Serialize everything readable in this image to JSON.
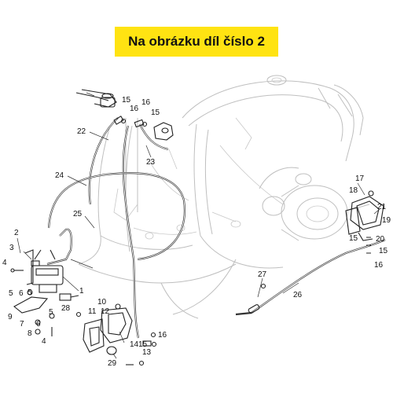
{
  "banner": {
    "text": "Na obrázku díl číslo 2",
    "background": "#FFE312"
  },
  "callouts": [
    {
      "id": "c1",
      "label": "1"
    },
    {
      "id": "c2",
      "label": "2"
    },
    {
      "id": "c3",
      "label": "3"
    },
    {
      "id": "c4a",
      "label": "4"
    },
    {
      "id": "c4b",
      "label": "4"
    },
    {
      "id": "c5a",
      "label": "5"
    },
    {
      "id": "c5b",
      "label": "5"
    },
    {
      "id": "c5c",
      "label": "5"
    },
    {
      "id": "c6a",
      "label": "6"
    },
    {
      "id": "c6b",
      "label": "6"
    },
    {
      "id": "c7",
      "label": "7"
    },
    {
      "id": "c8",
      "label": "8"
    },
    {
      "id": "c9",
      "label": "9"
    },
    {
      "id": "c10",
      "label": "10"
    },
    {
      "id": "c11",
      "label": "11"
    },
    {
      "id": "c12",
      "label": "12"
    },
    {
      "id": "c13",
      "label": "13"
    },
    {
      "id": "c14",
      "label": "14"
    },
    {
      "id": "c15a",
      "label": "15"
    },
    {
      "id": "c15b",
      "label": "15"
    },
    {
      "id": "c15c",
      "label": "15"
    },
    {
      "id": "c15d",
      "label": "15"
    },
    {
      "id": "c15e",
      "label": "15"
    },
    {
      "id": "c16a",
      "label": "16"
    },
    {
      "id": "c16b",
      "label": "16"
    },
    {
      "id": "c16c",
      "label": "16"
    },
    {
      "id": "c16d",
      "label": "16"
    },
    {
      "id": "c17",
      "label": "17"
    },
    {
      "id": "c18",
      "label": "18"
    },
    {
      "id": "c19",
      "label": "19"
    },
    {
      "id": "c20",
      "label": "20"
    },
    {
      "id": "c21",
      "label": "21"
    },
    {
      "id": "c22",
      "label": "22"
    },
    {
      "id": "c23",
      "label": "23"
    },
    {
      "id": "c24",
      "label": "24"
    },
    {
      "id": "c25",
      "label": "25"
    },
    {
      "id": "c26",
      "label": "26"
    },
    {
      "id": "c27",
      "label": "27"
    },
    {
      "id": "c28",
      "label": "28"
    },
    {
      "id": "c29",
      "label": "29"
    }
  ]
}
